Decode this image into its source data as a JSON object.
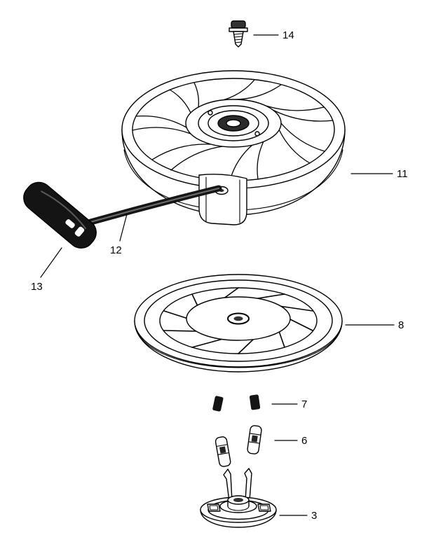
{
  "colors": {
    "line": "#000000",
    "background": "#ffffff",
    "dark_fill": "#141414"
  },
  "callouts": [
    {
      "label": "14",
      "part": "mounting-screw"
    },
    {
      "label": "11",
      "part": "recoil-starter-housing"
    },
    {
      "label": "12",
      "part": "starter-rope"
    },
    {
      "label": "13",
      "part": "starter-handle"
    },
    {
      "label": "8",
      "part": "recoil-pulley"
    },
    {
      "label": "7",
      "part": "pawl-springs"
    },
    {
      "label": "6",
      "part": "pawls"
    },
    {
      "label": "3",
      "part": "starter-cup"
    }
  ]
}
